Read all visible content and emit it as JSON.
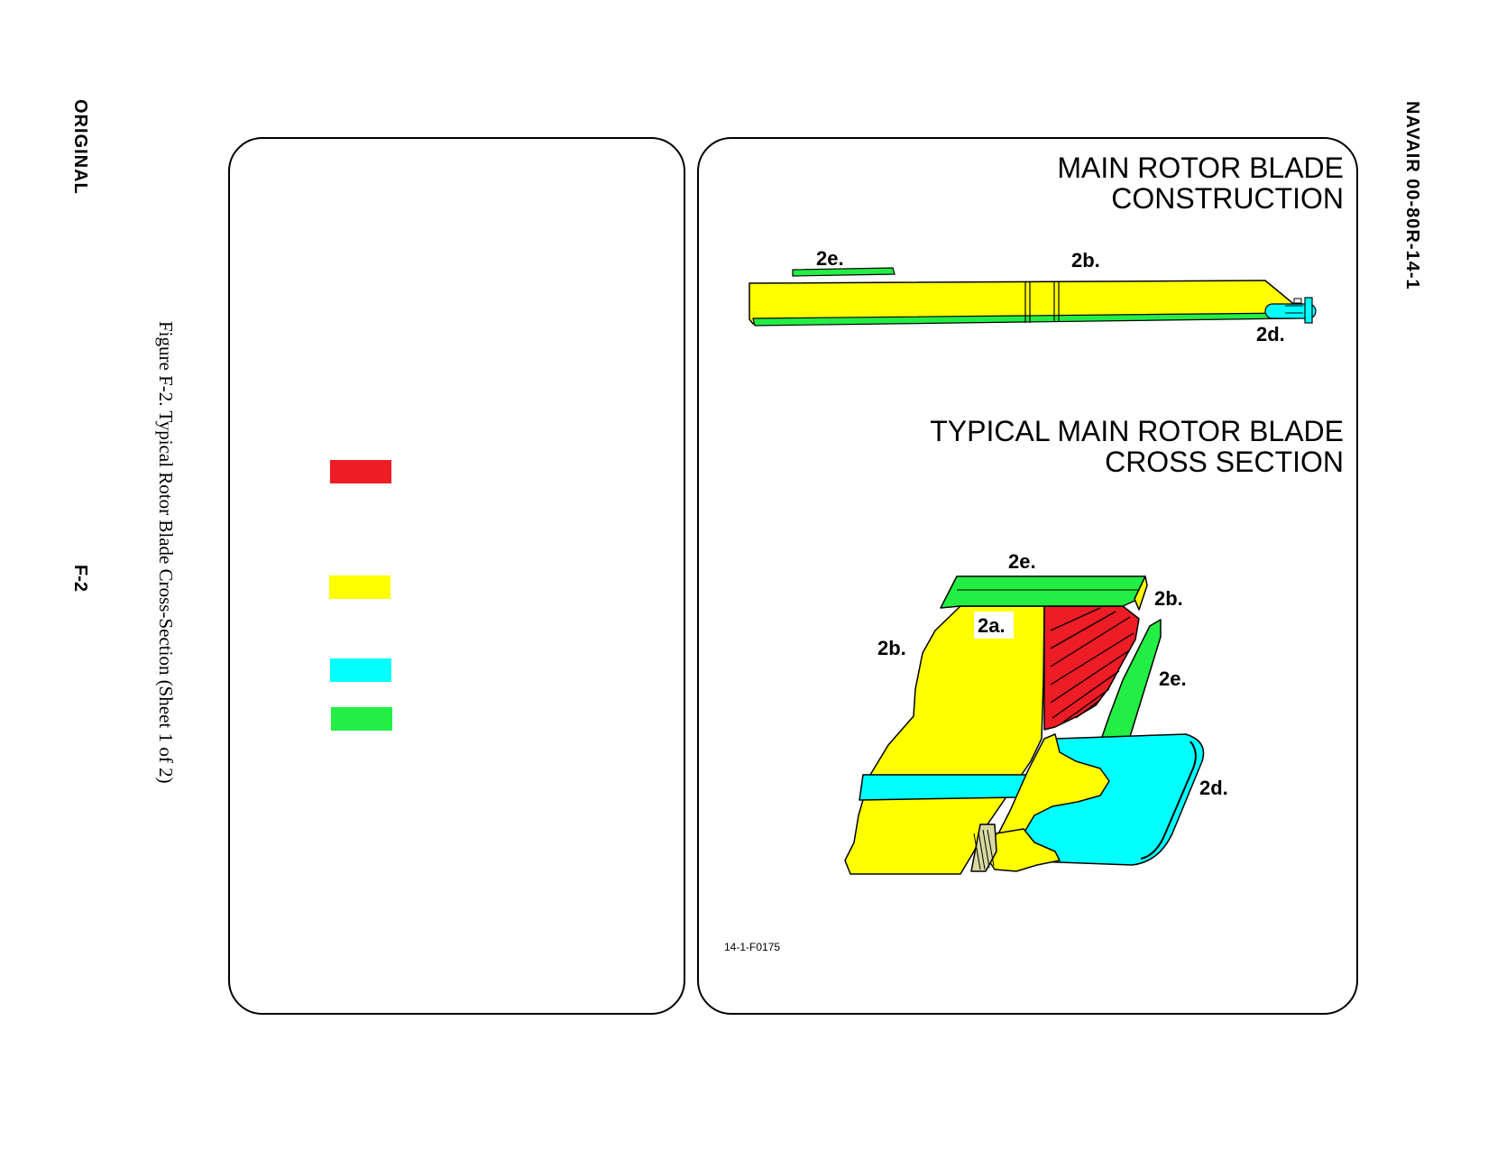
{
  "header": {
    "left": "ORIGINAL",
    "right": "NAVAIR 00-80R-14-1"
  },
  "footer": {
    "page_number": "F-2"
  },
  "figure": {
    "caption": "Figure F-2.  Typical Rotor Blade Cross-Section (Sheet 1 of 2)"
  },
  "legend": {
    "swatches": [
      {
        "color": "#ee1c25"
      },
      {
        "color": "#ffff00"
      },
      {
        "color": "#00ffff"
      },
      {
        "color": "#22ee44"
      }
    ]
  },
  "illustration": {
    "title1_line1": "MAIN ROTOR BLADE",
    "title1_line2": "CONSTRUCTION",
    "title2_line1": "TYPICAL MAIN ROTOR BLADE",
    "title2_line2": "CROSS SECTION",
    "callouts_top": [
      "2e.",
      "2b.",
      "2d."
    ],
    "callouts_section": [
      "2e.",
      "2b.",
      "2a.",
      "2b.",
      "2e.",
      "2d."
    ],
    "figure_id": "14-1-F0175",
    "colors": {
      "red": "#ee1c25",
      "yellow": "#ffff00",
      "cyan": "#00ffff",
      "green": "#22ee44"
    }
  }
}
